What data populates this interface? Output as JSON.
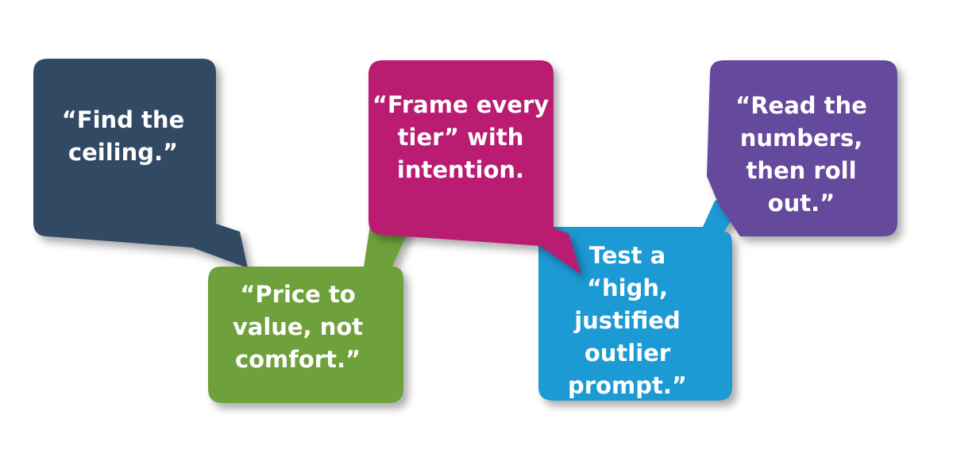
{
  "bubbles": [
    {
      "color": "#314963",
      "lines": [
        "“Find the",
        "ceiling.”"
      ]
    },
    {
      "color": "#6ea13a",
      "lines": [
        "“Price to",
        "value, not",
        "comfort.”"
      ]
    },
    {
      "color": "#b91e70",
      "lines": [
        "“Frame every",
        "tier” with",
        "intention."
      ]
    },
    {
      "color": "#1e9ad4",
      "lines": [
        "Test a",
        "“high,",
        "justified",
        "outlier",
        "prompt.”"
      ]
    },
    {
      "color": "#654a9c",
      "lines": [
        "“Read the",
        "numbers,",
        "then roll",
        "out.”"
      ]
    }
  ]
}
